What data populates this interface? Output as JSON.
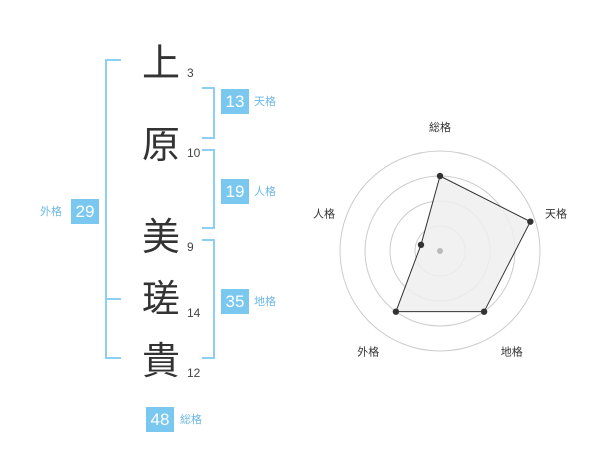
{
  "characters": [
    {
      "char": "上",
      "strokes": "3"
    },
    {
      "char": "原",
      "strokes": "10"
    },
    {
      "char": "美",
      "strokes": "9"
    },
    {
      "char": "瑳",
      "strokes": "14"
    },
    {
      "char": "貴",
      "strokes": "12"
    }
  ],
  "scores": {
    "tenkaku": {
      "value": "13",
      "label": "天格"
    },
    "jinkaku": {
      "value": "19",
      "label": "人格"
    },
    "chikaku": {
      "value": "35",
      "label": "地格"
    },
    "gaikaku": {
      "value": "29",
      "label": "外格"
    },
    "soukaku": {
      "value": "48",
      "label": "総格"
    }
  },
  "colors": {
    "accent": "#7ac8f0",
    "accent_text": "#6cb8e8",
    "bracket": "#8ccff2",
    "radar_fill": "#eeeeee",
    "radar_line": "#333333",
    "grid": "#cccccc"
  },
  "chart_data": {
    "type": "radar",
    "axes": [
      "総格",
      "天格",
      "地格",
      "外格",
      "人格"
    ],
    "values": [
      0.75,
      0.95,
      0.75,
      0.75,
      0.2
    ],
    "range": [
      0,
      1
    ],
    "rings": 4
  }
}
